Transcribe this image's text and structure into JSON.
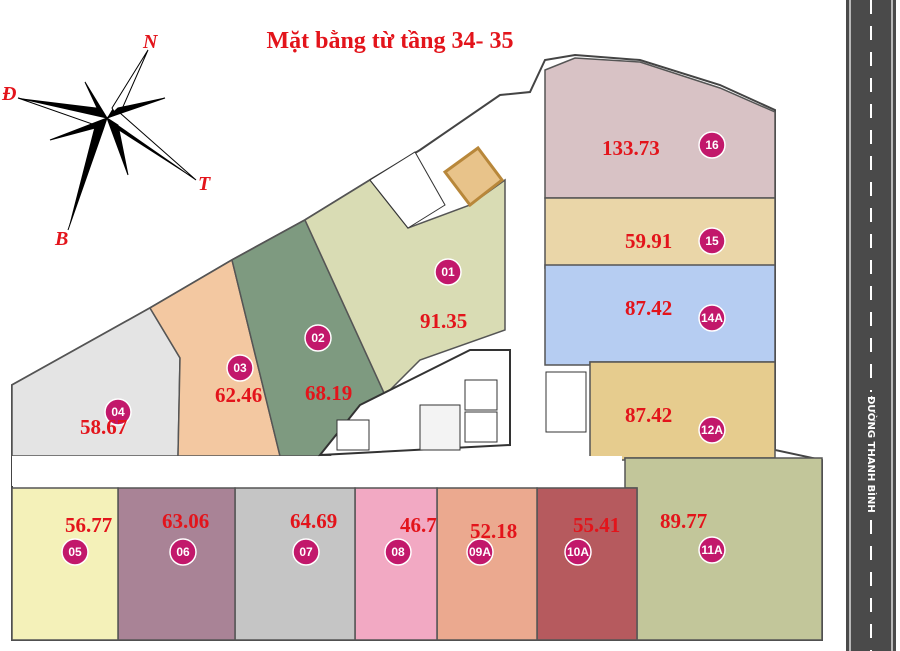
{
  "title": "Mặt bằng từ tầng 34- 35",
  "compass": {
    "north": "N",
    "east": "Đ",
    "south": "B",
    "west": "T"
  },
  "street": "ĐƯỜNG THANH BÌNH",
  "units": [
    {
      "id": "16",
      "area": "133.73",
      "color": "#d8c2c5"
    },
    {
      "id": "15",
      "area": "59.91",
      "color": "#ead6a8"
    },
    {
      "id": "14A",
      "area": "87.42",
      "color": "#b6cdf2"
    },
    {
      "id": "12A",
      "area": "87.42",
      "color": "#e6cc8e"
    },
    {
      "id": "11A",
      "area": "89.77",
      "color": "#c2c69a"
    },
    {
      "id": "10A",
      "area": "55.41",
      "color": "#b65a5e"
    },
    {
      "id": "09A",
      "area": "52.18",
      "color": "#eba98f"
    },
    {
      "id": "08",
      "area": "46.7",
      "color": "#f2a9c3"
    },
    {
      "id": "07",
      "area": "64.69",
      "color": "#c5c5c5"
    },
    {
      "id": "06",
      "area": "63.06",
      "color": "#a98396"
    },
    {
      "id": "05",
      "area": "56.77",
      "color": "#f4f1b9"
    },
    {
      "id": "04",
      "area": "58.67",
      "color": "#e4e4e4"
    },
    {
      "id": "03",
      "area": "62.46",
      "color": "#f3c8a1"
    },
    {
      "id": "02",
      "area": "68.19",
      "color": "#7e9a80"
    },
    {
      "id": "01",
      "area": "91.35",
      "color": "#d9dcb4"
    }
  ],
  "badge_color": "#c2186b",
  "road_color": "#4a4a4a"
}
